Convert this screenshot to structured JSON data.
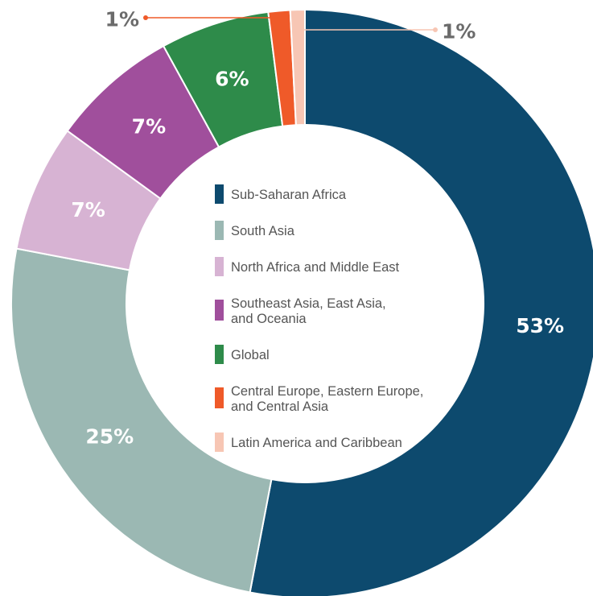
{
  "chart_data": {
    "type": "donut",
    "title": "",
    "start_angle_deg": 0,
    "direction": "clockwise",
    "series": [
      {
        "name": "Sub-Saharan Africa",
        "value": 53,
        "label": "53%",
        "color": "#0d4a6e",
        "legend_lines": [
          "Sub-Saharan Africa"
        ]
      },
      {
        "name": "South Asia",
        "value": 25,
        "label": "25%",
        "color": "#9bb8b3",
        "legend_lines": [
          "South Asia"
        ]
      },
      {
        "name": "North Africa and Middle East",
        "value": 7,
        "label": "7%",
        "color": "#d7b3d3",
        "legend_lines": [
          "North Africa and Middle East"
        ]
      },
      {
        "name": "Southeast Asia, East Asia, and Oceania",
        "value": 7,
        "label": "7%",
        "color": "#a04f9c",
        "legend_lines": [
          "Southeast Asia, East Asia,",
          "and Oceania"
        ]
      },
      {
        "name": "Global",
        "value": 6,
        "label": "6%",
        "color": "#2e8b4a",
        "legend_lines": [
          "Global"
        ]
      },
      {
        "name": "Central Europe, Eastern Europe, and Central Asia",
        "value": 1.2,
        "label": "1%",
        "color": "#ef5a29",
        "legend_lines": [
          "Central Europe, Eastern Europe,",
          "and Central Asia"
        ]
      },
      {
        "name": "Latin America and Caribbean",
        "value": 0.8,
        "label": "1%",
        "color": "#f7c6b4",
        "legend_lines": [
          "Latin America and Caribbean"
        ]
      }
    ]
  }
}
